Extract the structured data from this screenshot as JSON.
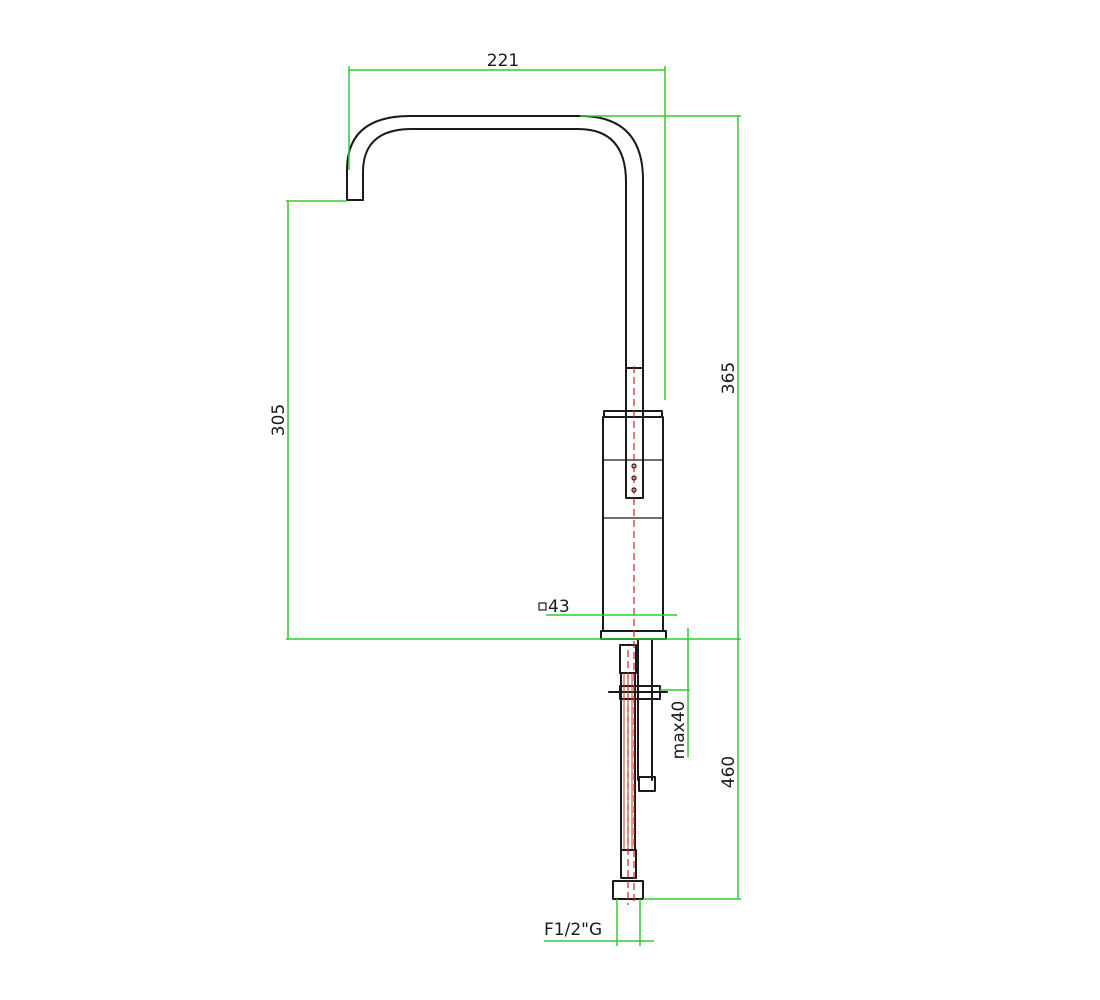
{
  "dimensions": {
    "spout_reach": "221",
    "total_height": "365",
    "spout_outlet_height": "305",
    "body_square": "43",
    "deck_thickness": "max40",
    "hose_length": "460",
    "connection": "F1/2\"G"
  },
  "colors": {
    "outline": "#1a1a1a",
    "dimension_lines": "#33cc33",
    "center_axis": "#e02020"
  }
}
